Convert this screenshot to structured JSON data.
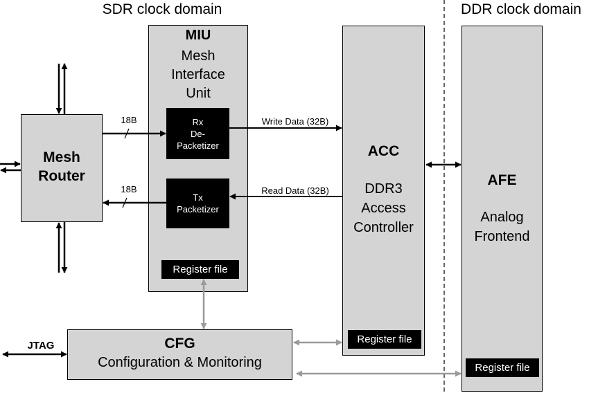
{
  "domains": {
    "sdr": "SDR clock domain",
    "ddr": "DDR clock domain"
  },
  "mesh_router": {
    "line1": "Mesh",
    "line2": "Router"
  },
  "miu": {
    "title": "MIU",
    "line1": "Mesh",
    "line2": "Interface",
    "line3": "Unit",
    "rx": {
      "line1": "Rx",
      "line2": "De-",
      "line3": "Packetizer"
    },
    "tx": {
      "line1": "Tx",
      "line2": "Packetizer"
    },
    "register": "Register file"
  },
  "acc": {
    "title": "ACC",
    "line1": "DDR3",
    "line2": "Access",
    "line3": "Controller",
    "register": "Register file"
  },
  "afe": {
    "title": "AFE",
    "line1": "Analog",
    "line2": "Frontend",
    "register": "Register file"
  },
  "cfg": {
    "title": "CFG",
    "subtitle": "Configuration & Monitoring"
  },
  "signals": {
    "in_width": "18B",
    "out_width": "18B",
    "write_data": "Write Data (32B)",
    "read_data": "Read Data (32B)",
    "jtag": "JTAG"
  },
  "colors": {
    "block_fill": "#d4d4d4",
    "config_arrow": "#9a9a9a",
    "black": "#000000"
  }
}
